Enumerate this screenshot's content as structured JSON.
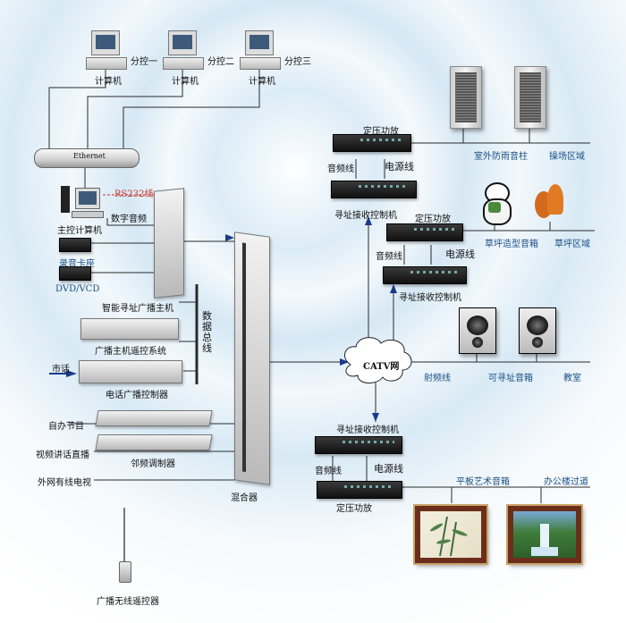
{
  "top": {
    "sub_control_1": "分控一",
    "sub_control_2": "分控二",
    "sub_control_3": "分控三",
    "computer_label": "计算机",
    "ethernet": "Ethernet"
  },
  "left": {
    "rs232": "RS232线",
    "digital_audio": "数字音频",
    "host_computer": "主控计算机",
    "recorder": "录音卡座",
    "dvd": "DVD/VCD",
    "host": "智能寻址广播主机",
    "data_bus": "数据总线",
    "remote_system": "广播主机遥控系统",
    "city_phone": "市话",
    "phone_controller": "电话广播控制器",
    "self_program": "自办节目",
    "video_live": "视频讲话直播",
    "adjacent_modulator": "邻频调制器",
    "cable_tv": "外网有线电视",
    "mixer": "混合器",
    "wireless_remote": "广播无线遥控器"
  },
  "right": {
    "amp": "定压功放",
    "audio_line": "音频线",
    "power_line": "电源线",
    "receiver": "寻址接收控制机",
    "outdoor_column": "室外防雨音柱",
    "playground": "操场区域",
    "lawn_speaker": "草坪造型音箱",
    "lawn_area": "草坪区域",
    "catv": "CATV网",
    "rf_line": "射频线",
    "addressable_speaker": "可寻址音箱",
    "classroom": "教室",
    "flat_art_speaker": "平板艺术音箱",
    "office_corridor": "办公楼过道"
  }
}
